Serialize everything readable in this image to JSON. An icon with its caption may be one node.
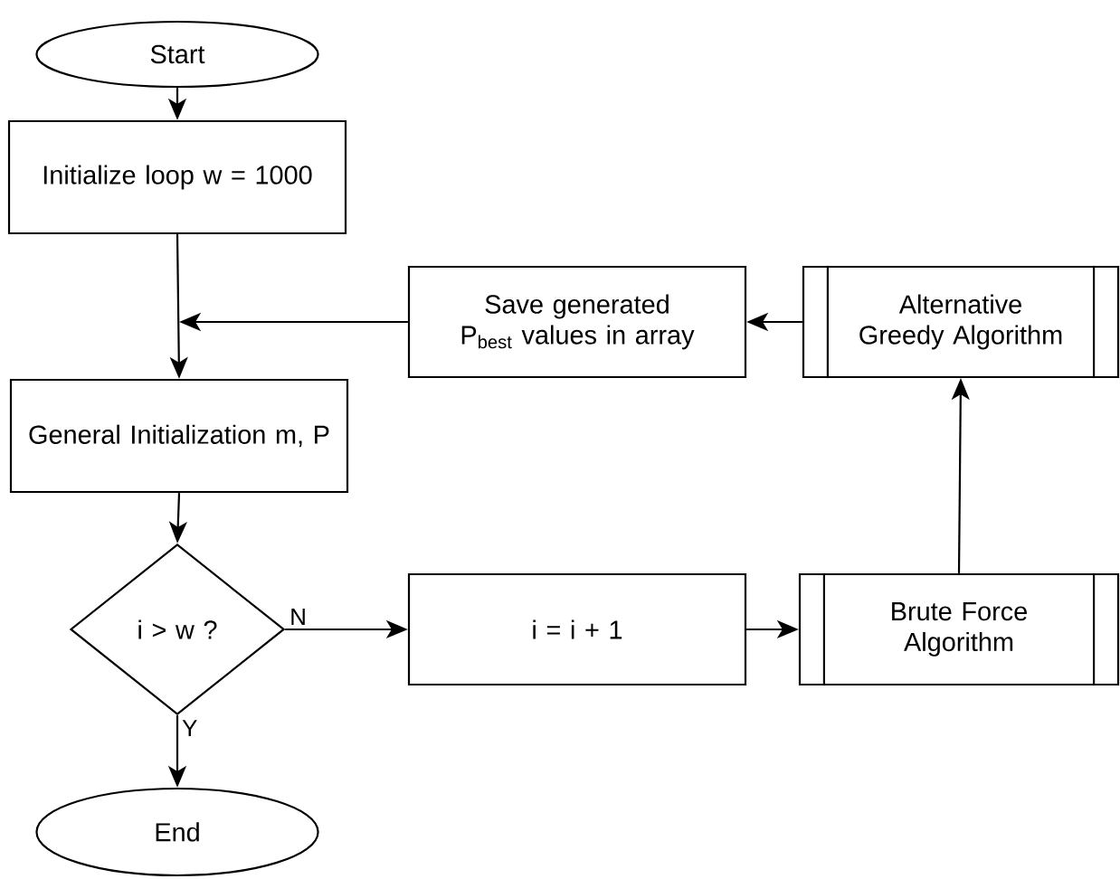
{
  "diagram": {
    "nodes": [
      {
        "text": [
          "Start"
        ]
      },
      {
        "text": [
          "Initialize loop w = 1000"
        ]
      },
      {
        "text": [
          "General Initialization m, P"
        ]
      },
      {
        "text": [
          "i > w ?"
        ]
      },
      {
        "text": [
          "End"
        ]
      },
      {
        "text": [
          "i = i + 1"
        ]
      },
      {
        "text": [
          "Brute Force Algorithm"
        ]
      },
      {
        "text": [
          "Alternative Greedy Algorithm"
        ]
      },
      {
        "text": [
          "Save generated P$_{best}$ values in array"
        ]
      }
    ],
    "edges": [
      {
        "from": 0,
        "to": 1,
        "arrow": "to"
      },
      {
        "from": 1,
        "to": 2,
        "arrow": "to"
      },
      {
        "from": 8,
        "to": 2,
        "arrow": "to"
      },
      {
        "from": 2,
        "to": 3,
        "arrow": "to"
      },
      {
        "from": 3,
        "to": 4,
        "arrow": "to",
        "label": "Y"
      },
      {
        "from": 3,
        "to": 5,
        "arrow": "to",
        "label": "N"
      },
      {
        "from": 5,
        "to": 6,
        "arrow": "to"
      },
      {
        "from": 6,
        "to": 7,
        "arrow": "to"
      },
      {
        "from": 7,
        "to": 8,
        "arrow": "to"
      }
    ]
  }
}
